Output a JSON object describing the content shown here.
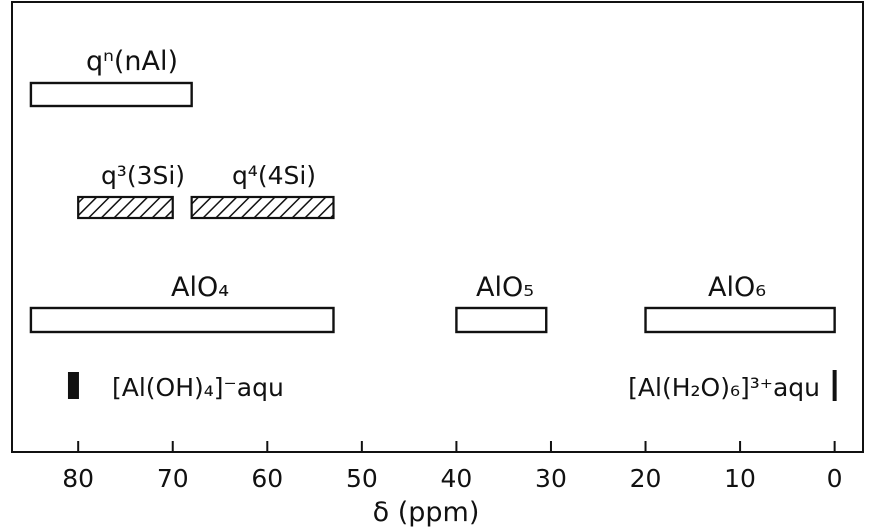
{
  "chart_data": {
    "type": "range",
    "xlabel": "δ (ppm)",
    "xlim": [
      87,
      -3
    ],
    "x_direction": "reversed",
    "xticks": [
      80,
      70,
      60,
      50,
      40,
      30,
      20,
      10,
      0
    ],
    "grid": false,
    "legend": "none",
    "rows": [
      {
        "id": "qn",
        "label": "qⁿ(nAl)",
        "bars": [
          {
            "start": 85,
            "end": 68,
            "style": "open"
          }
        ]
      },
      {
        "id": "q3q4",
        "bars": [
          {
            "label": "q³(3Si)",
            "start": 80,
            "end": 70,
            "style": "hatched"
          },
          {
            "label": "q⁴(4Si)",
            "start": 68,
            "end": 53,
            "style": "hatched"
          }
        ]
      },
      {
        "id": "alo",
        "bars": [
          {
            "label": "AlO₄",
            "start": 85,
            "end": 53,
            "style": "open"
          },
          {
            "label": "AlO₅",
            "start": 40,
            "end": 30.5,
            "style": "open"
          },
          {
            "label": "AlO₆",
            "start": 20,
            "end": 0,
            "style": "open"
          }
        ]
      },
      {
        "id": "aqu",
        "markers": [
          {
            "label": "[Al(OH)₄]⁻aqu",
            "value": 80.5,
            "style": "filled"
          },
          {
            "label": "[Al(H₂O)₆]³⁺aqu",
            "value": 0,
            "style": "line"
          }
        ]
      }
    ]
  }
}
